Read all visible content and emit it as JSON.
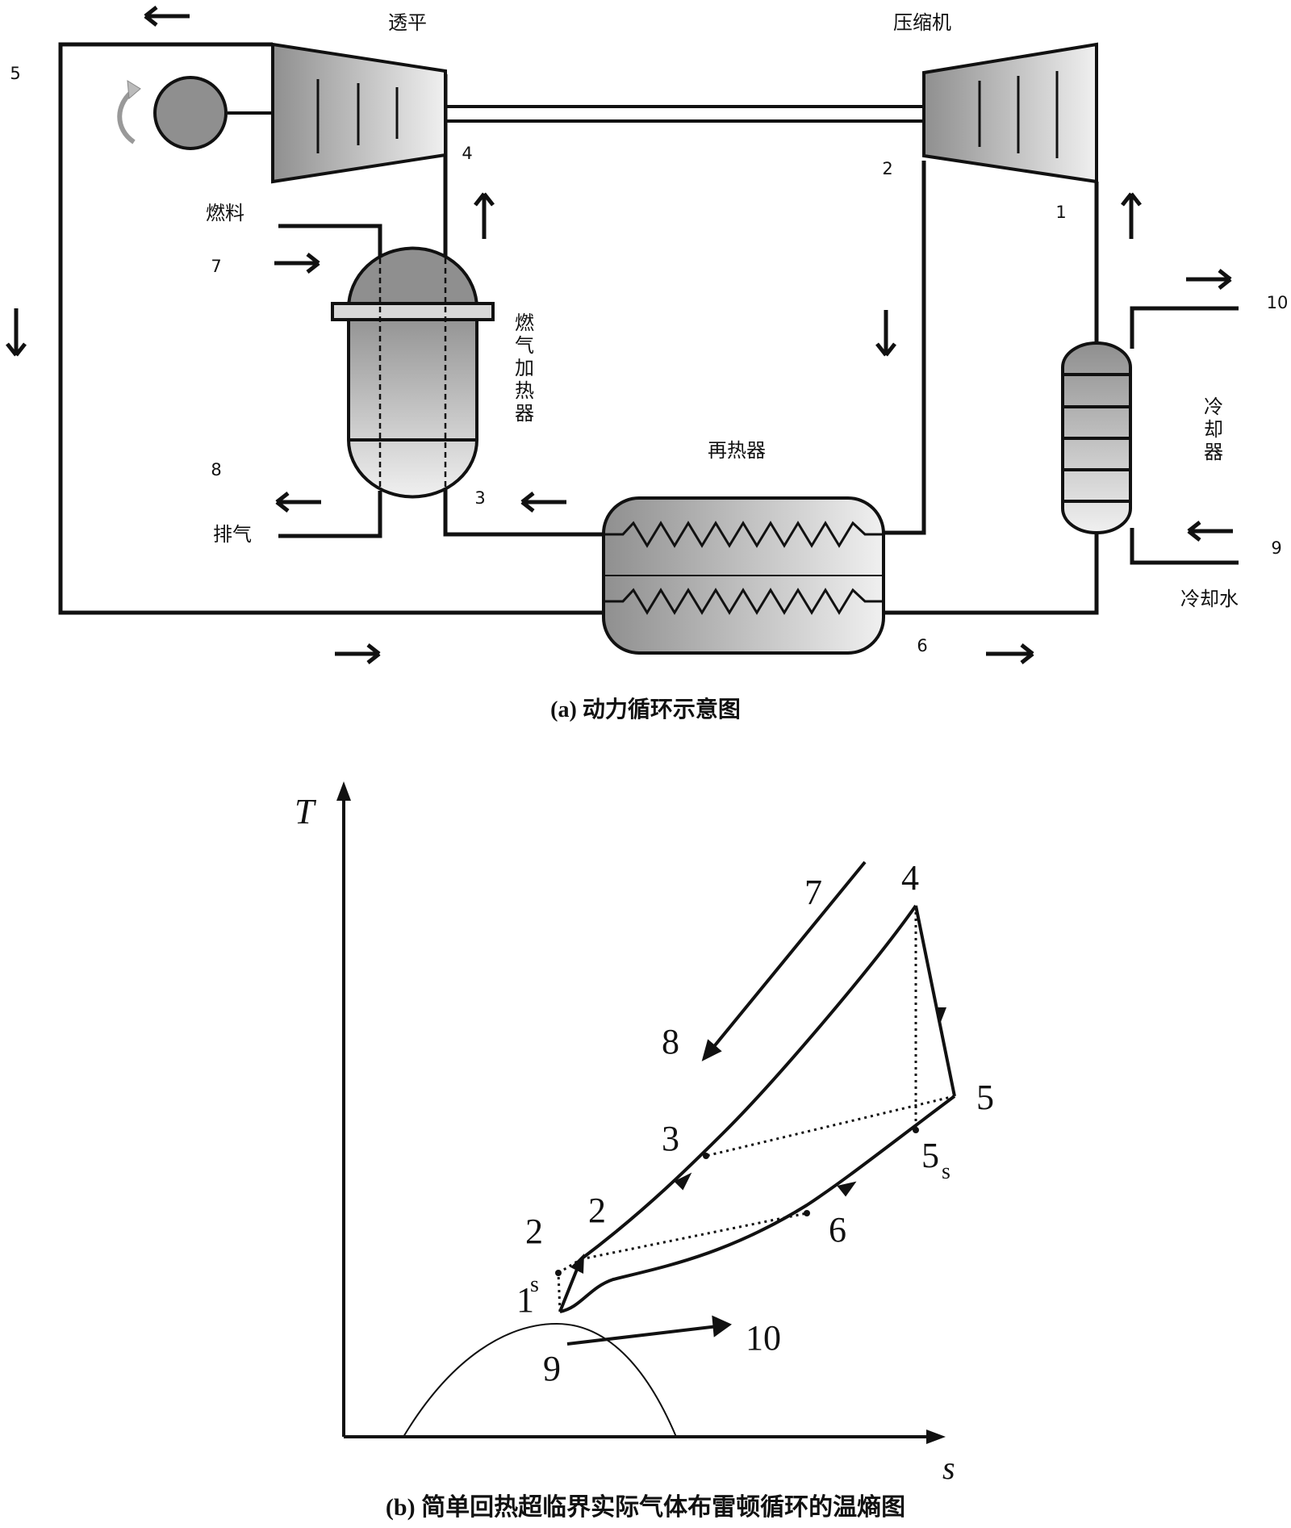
{
  "schematic": {
    "turbine_label": "透平",
    "compressor_label": "压缩机",
    "fuel_label": "燃料",
    "exhaust_label": "排气",
    "heater_label": [
      "燃",
      "气",
      "加",
      "热",
      "器"
    ],
    "regenerator_label": "再热器",
    "cooler_label": [
      "冷",
      "却",
      "器"
    ],
    "cooling_water_label": "冷却水",
    "state_points": {
      "p1": "1",
      "p2": "2",
      "p3": "3",
      "p4": "4",
      "p5": "5",
      "p6": "6",
      "p7": "7",
      "p8": "8",
      "p9": "9",
      "p10": "10"
    },
    "caption": "(a) 动力循环示意图"
  },
  "ts_diagram": {
    "y_axis": "T",
    "x_axis": "s",
    "labels": {
      "p1": "1",
      "s1": "s",
      "p2s": "2",
      "p2": "2",
      "p3": "3",
      "p4": "4",
      "p5": "5",
      "p5s": "5",
      "s5": "s",
      "p6": "6",
      "p7": "7",
      "p8": "8",
      "p9": "9",
      "p10": "10"
    },
    "caption": "(b) 简单回热超临界实际气体布雷顿循环的温熵图"
  },
  "colors": {
    "line": "#111111",
    "equipment_dark": "#8f8f8f",
    "equipment_light": "#eeeeee"
  }
}
